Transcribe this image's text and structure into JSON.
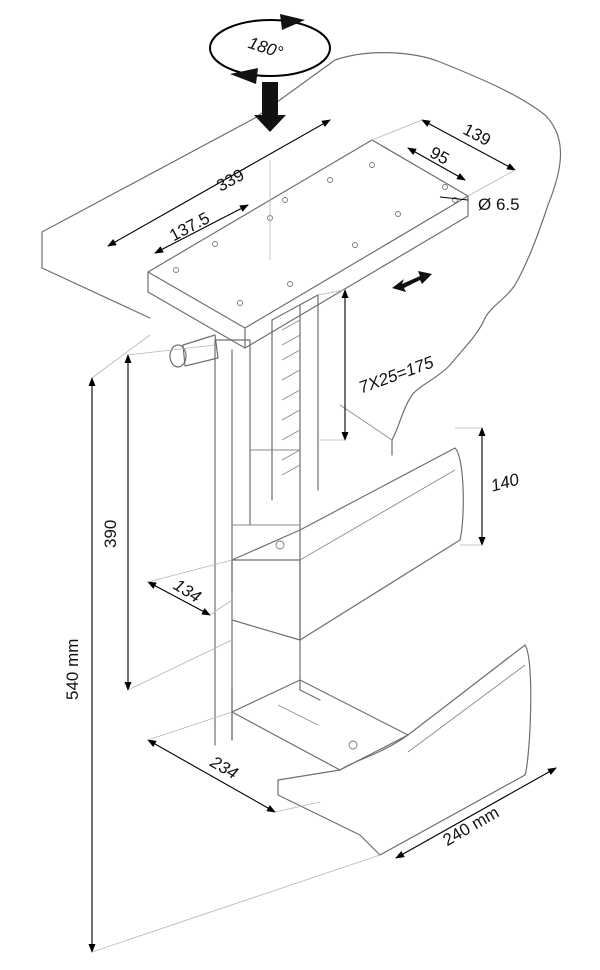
{
  "rotation": {
    "label": "180°"
  },
  "dimensions": {
    "desk_depth": "339",
    "plate_width": "139",
    "hole_spacing": "95",
    "hole_diameter": "Ø 6.5",
    "offset": "137.5",
    "height_steps": "7X25=175",
    "side_height": "140",
    "upper_height": "390",
    "clamp_depth": "134",
    "total_height": "540 mm",
    "base_depth": "234",
    "base_width": "240 mm"
  },
  "colors": {
    "line": "#6f6f6f",
    "dimension": "#000000",
    "background": "#ffffff"
  }
}
